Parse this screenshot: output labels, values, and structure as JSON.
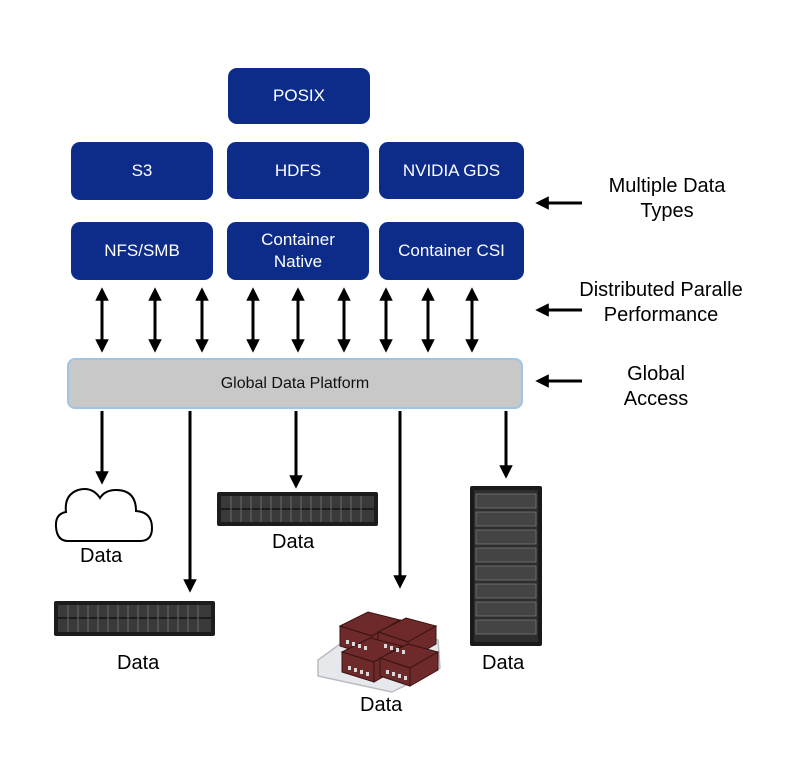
{
  "boxes": {
    "posix": "POSIX",
    "s3": "S3",
    "hdfs": "HDFS",
    "nvidia_gds": "NVIDIA GDS",
    "nfs_smb": "NFS/SMB",
    "container_native": "Container\nNative",
    "container_csi": "Container CSI"
  },
  "platform": "Global Data Platform",
  "side_labels": {
    "multiple_data_types": "Multiple Data\nTypes",
    "distributed_parallel": "Distributed Paralle\nPerformance",
    "global_access": "Global\nAccess"
  },
  "data_labels": {
    "cloud": "Data",
    "server_left": "Data",
    "server_mid": "Data",
    "tapes": "Data",
    "rack": "Data"
  },
  "colors": {
    "box_fill": "#0d2c8a",
    "platform_fill": "#c8c8c8",
    "platform_border": "#9ec5e8"
  }
}
